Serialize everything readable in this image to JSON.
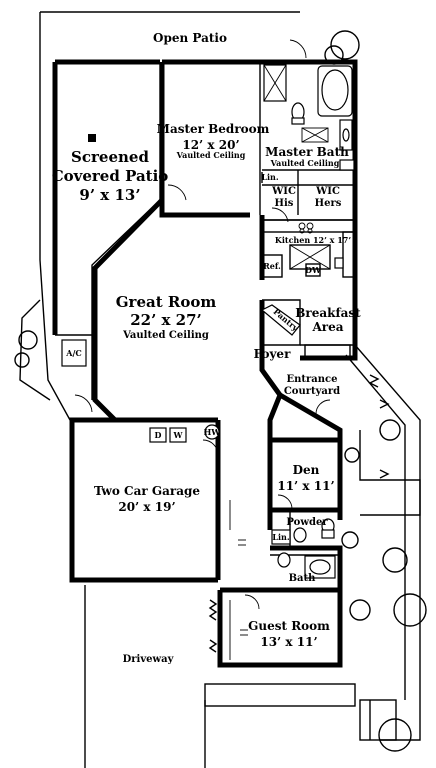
{
  "rooms": {
    "open_patio": {
      "name": "Open Patio"
    },
    "screened_patio": {
      "name_line1": "Screened",
      "name_line2": "Covered Patio",
      "size": "9’ x 13’"
    },
    "master_bedroom": {
      "name": "Master Bedroom",
      "size": "12’ x 20’",
      "note": "Vaulted Ceiling"
    },
    "master_bath": {
      "name": "Master Bath",
      "note": "Vaulted Ceiling"
    },
    "wic_his": {
      "line1": "WIC",
      "line2": "His"
    },
    "wic_hers": {
      "line1": "WIC",
      "line2": "Hers"
    },
    "lin_upper": {
      "name": "Lin."
    },
    "kitchen": {
      "name": "Kitchen 12’ x 17’"
    },
    "ref": {
      "name": "Ref."
    },
    "dw": {
      "name": "DW"
    },
    "great_room": {
      "name": "Great Room",
      "size": "22’ x 27’",
      "note": "Vaulted Ceiling"
    },
    "breakfast": {
      "line1": "Breakfast",
      "line2": "Area"
    },
    "pantry": {
      "name": "Pantry"
    },
    "foyer": {
      "name": "Foyer"
    },
    "entrance_courtyard": {
      "line1": "Entrance",
      "line2": "Courtyard"
    },
    "ac": {
      "name": "A/C"
    },
    "garage": {
      "name": "Two Car Garage",
      "size": "20’ x 19’"
    },
    "dryer": {
      "name": "D"
    },
    "washer": {
      "name": "W"
    },
    "water_heater": {
      "name": "HW"
    },
    "den": {
      "name": "Den",
      "size": "11’ x 11’"
    },
    "powder": {
      "name": "Powder"
    },
    "lin_lower": {
      "name": "Lin."
    },
    "bath": {
      "name": "Bath"
    },
    "guest_room": {
      "name": "Guest Room",
      "size": "13’ x 11’"
    },
    "driveway": {
      "name": "Driveway"
    }
  }
}
